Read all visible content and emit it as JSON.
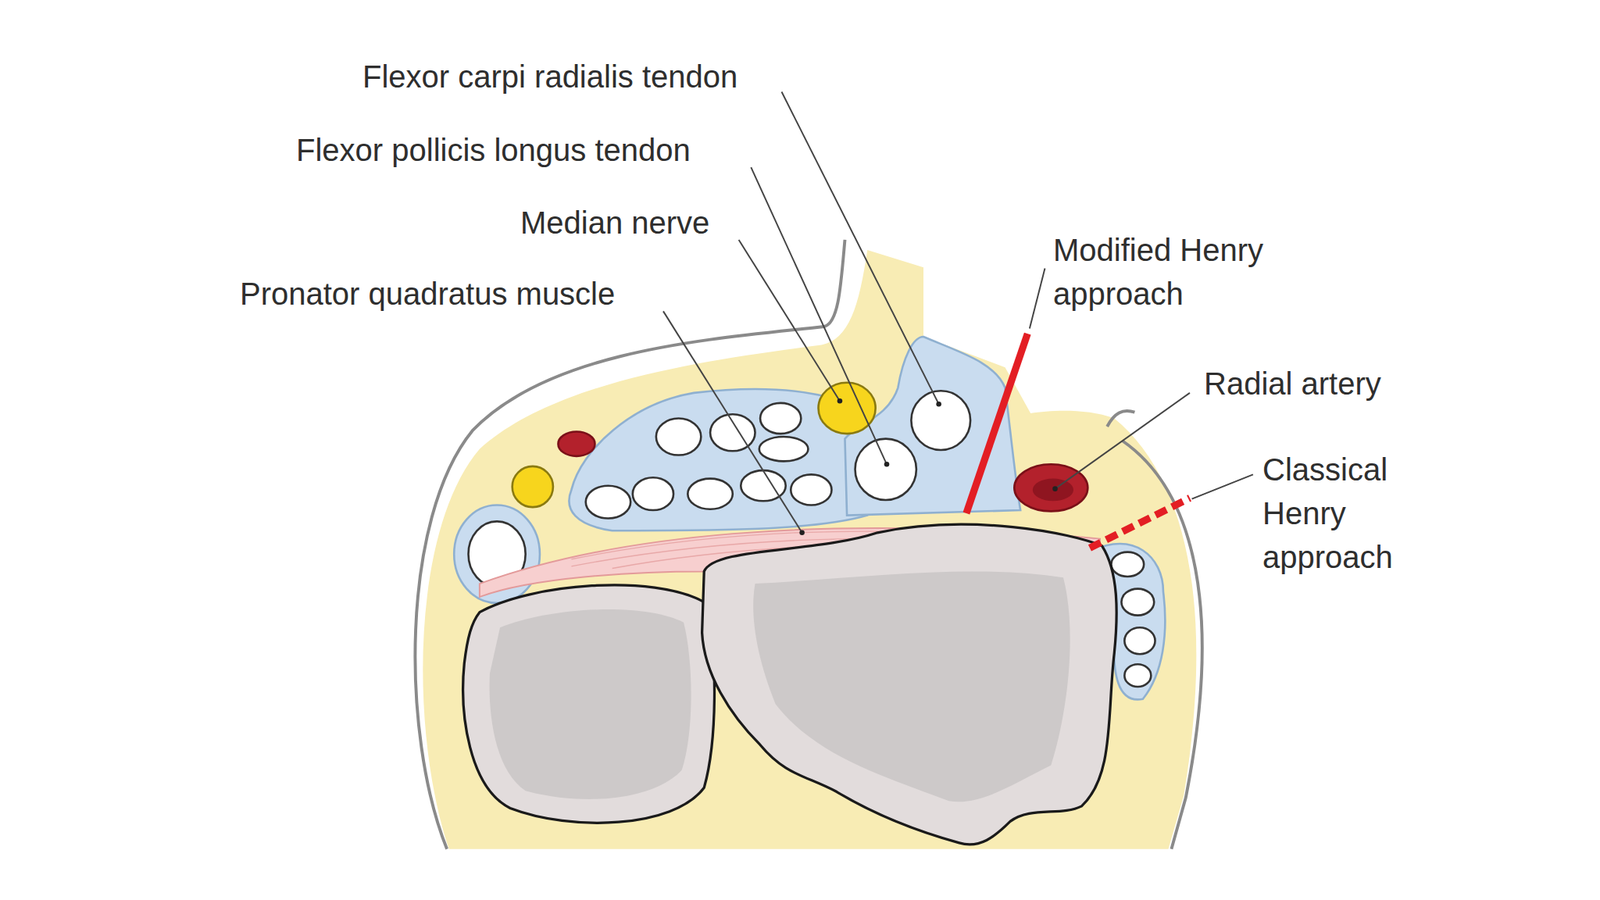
{
  "diagram": {
    "labels": [
      "Flexor carpi radialis tendon",
      "Flexor pollicis longus tendon",
      "Median nerve",
      "Pronator quadratus muscle",
      "Modified Henry approach",
      "Radial artery",
      "Classical Henry approach"
    ]
  }
}
